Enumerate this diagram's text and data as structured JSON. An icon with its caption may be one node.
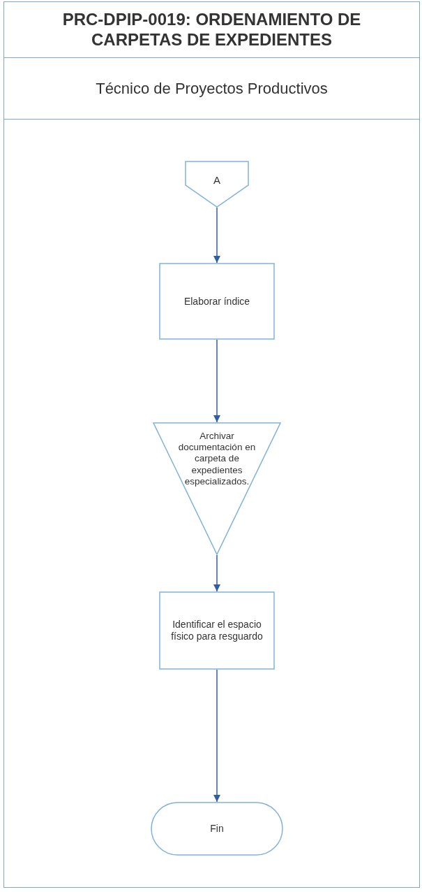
{
  "diagram": {
    "title": "PRC-DPIP-0019: ORDENAMIENTO DE CARPETAS DE EXPEDIENTES",
    "nodes": [
      {
        "text": [
          "Técnico de Proyectos Productivos"
        ]
      },
      {
        "text": [
          "A"
        ],
        "in": 0
      },
      {
        "text": [
          "Elaborar índice"
        ],
        "in": 0
      },
      {
        "text": [
          "Archivar documentación en carpeta de expedientes especializados."
        ],
        "in": 0
      },
      {
        "text": [
          "Identificar el espacio físico para resguardo"
        ],
        "in": 0
      },
      {
        "text": [
          "Fin"
        ],
        "in": 0
      }
    ],
    "edges": [
      {
        "from": 1,
        "to": 2,
        "arrow": "to"
      },
      {
        "from": 2,
        "to": 3,
        "arrow": "to"
      },
      {
        "from": 3,
        "to": 4,
        "arrow": "to"
      },
      {
        "from": 4,
        "to": 5,
        "arrow": "to"
      }
    ]
  }
}
